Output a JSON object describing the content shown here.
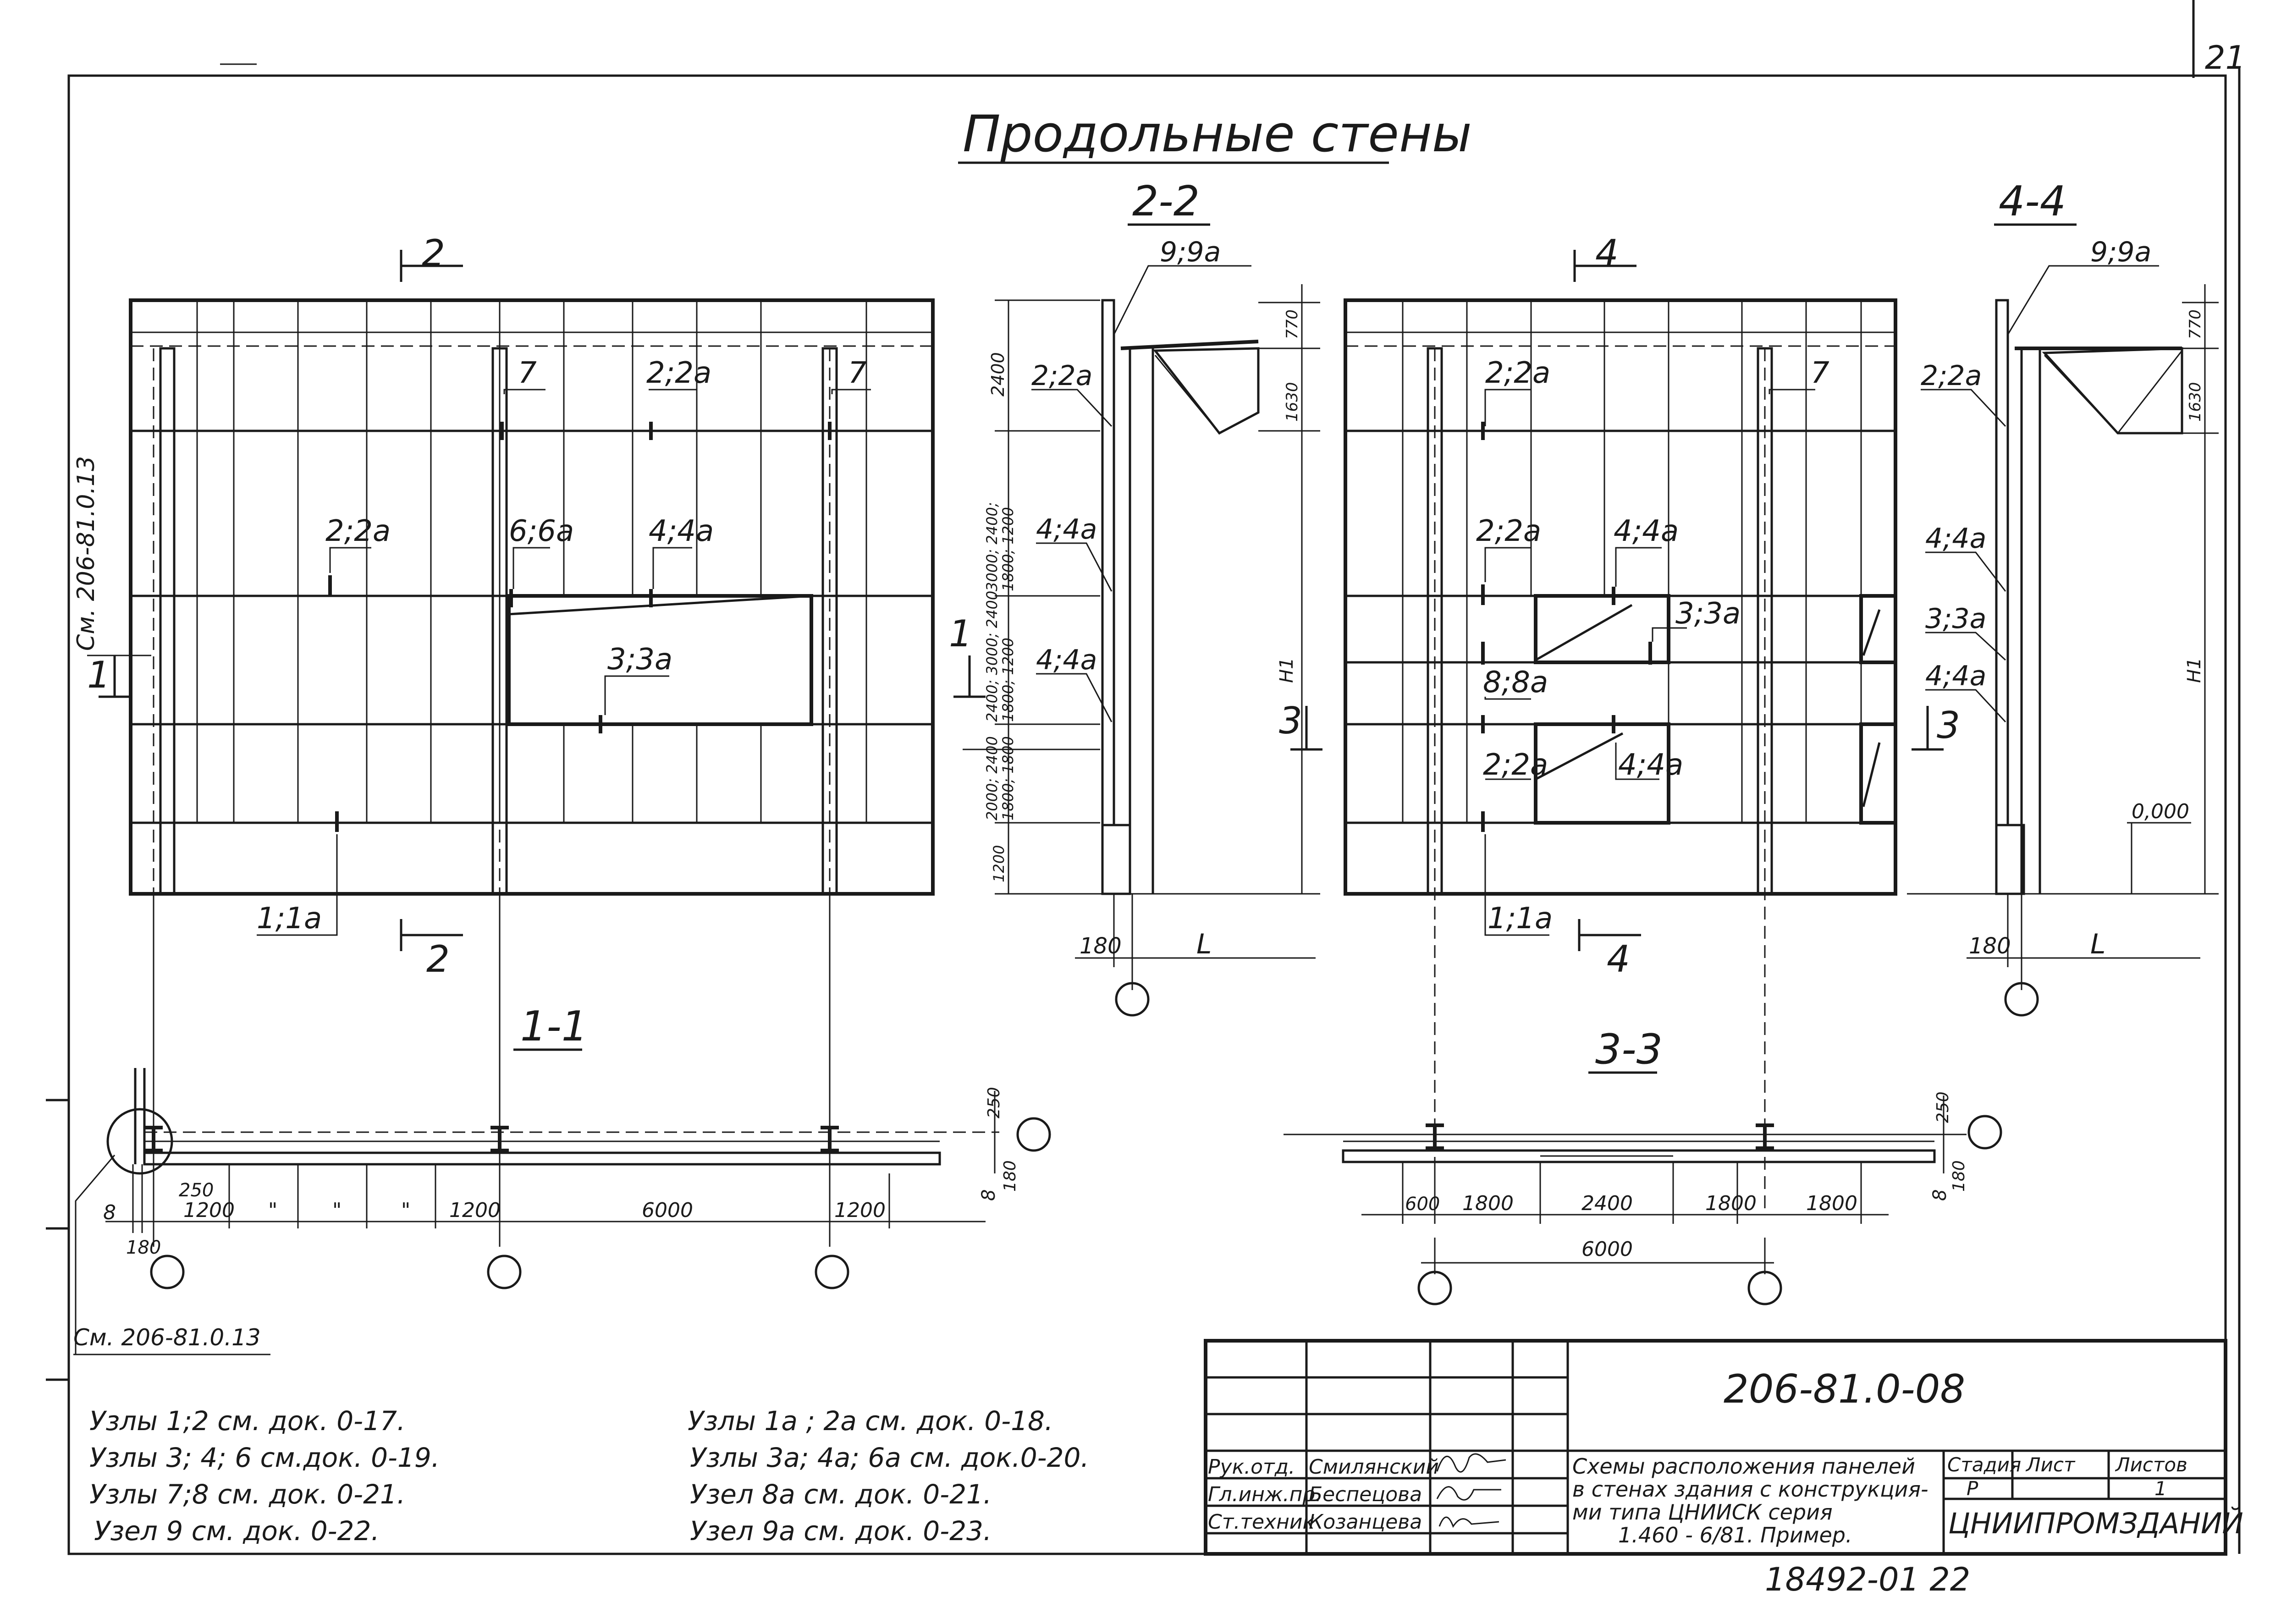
{
  "sheet": {
    "corner_number": "21",
    "title": "Продольные стены",
    "bottom_number": "18492-01 22"
  },
  "views": {
    "section_2_2": "2-2",
    "section_4_4": "4-4",
    "section_1_1": "1-1",
    "section_3_3": "3-3",
    "cut_2": "2",
    "cut_1": "1",
    "cut_3": "3",
    "cut_4": "4",
    "dim_L": "L",
    "dim_180": "180",
    "level_0": "0,000",
    "h_label": "H1"
  },
  "elevation_left": {
    "side_note": "См. 206-81.0.13",
    "labels": [
      "2;2а",
      "7",
      "7",
      "6;6а",
      "4;4а",
      "2;2а",
      "3;3а",
      "1;1а"
    ]
  },
  "elevation_right": {
    "labels": [
      "2;2а",
      "7",
      "2;2а",
      "4;4а",
      "3;3а",
      "8;8а",
      "2;2а",
      "4;4а",
      "1;1а"
    ]
  },
  "section_2_2_labels": {
    "top": "9;9а",
    "nodes": [
      "2;2а",
      "4;4а",
      "4;4а"
    ],
    "dims_left": [
      "2400",
      "3000; 2400;",
      "1800; 1200",
      "2400; 3000; 2400",
      "1800; 1200",
      "2000; 2400",
      "1800; 1800",
      "1200"
    ],
    "dims_right": [
      "770",
      "1630"
    ]
  },
  "section_4_4_labels": {
    "top": "9;9а",
    "nodes": [
      "2;2а",
      "4;4а",
      "3;3а",
      "4;4а"
    ],
    "dims_right": [
      "770",
      "1630"
    ]
  },
  "plan_1_1": {
    "dims": [
      "8",
      "250",
      "1200",
      "\"",
      "\"",
      "\"",
      "1200",
      "6000",
      "1200"
    ],
    "dim_180": "180",
    "side_dims": [
      "250",
      "8",
      "180"
    ],
    "note": "См. 206-81.0.13"
  },
  "plan_3_3": {
    "dims": [
      "600",
      "1800",
      "2400",
      "1800",
      "1800"
    ],
    "total": "6000",
    "side_dims": [
      "250",
      "8",
      "180"
    ]
  },
  "notes_left": [
    "Узлы 1;2  см. док. 0-17.",
    "Узлы 3; 4; 6     см.док. 0-19.",
    "Узлы 7;8 см. док. 0-21.",
    "Узел 9 см. док. 0-22."
  ],
  "notes_right": [
    "Узлы 1а ; 2а   см. док. 0-18.",
    "Узлы 3а; 4а; 6а см. док.0-20.",
    "Узел 8а см. док. 0-21.",
    "Узел 9а см. док. 0-23."
  ],
  "title_block": {
    "doc_number": "206-81.0-08",
    "roles": [
      "Рук.отд.",
      "Гл.инж.пр.",
      "Ст.техник"
    ],
    "names": [
      "Смилянский",
      "Беспецова",
      "Козанцева"
    ],
    "description_lines": [
      "Схемы расположения панелей",
      "в стенах здания с конструкция-",
      "ми типа ЦНИИСК серия",
      "1.460 - 6/81. Пример."
    ],
    "col_headers": [
      "Стадия",
      "Лист",
      "Листов"
    ],
    "stage": "Р",
    "sheet": "",
    "sheets": "1",
    "organization": "ЦНИИПРОМЗДАНИЙ"
  }
}
